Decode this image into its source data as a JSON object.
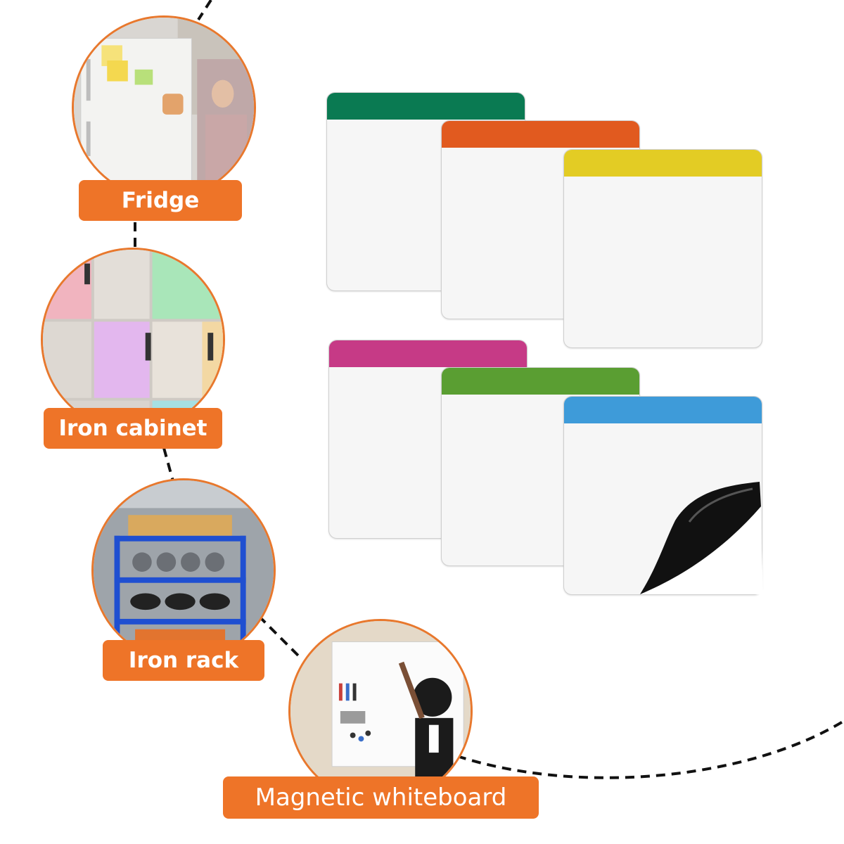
{
  "labels": {
    "fridge": "Fridge",
    "iron_cabinet": "Iron cabinet",
    "iron_rack": "Iron rack",
    "magnetic_whiteboard": "Magnetic whiteboard"
  },
  "colors": {
    "accent": "#ee7428",
    "sheet_green": "#0a7a52",
    "sheet_orange": "#e15a1f",
    "sheet_yellow": "#e3cc24",
    "sheet_magenta": "#c63a86",
    "sheet_lime": "#5a9e32",
    "sheet_blue": "#3e9bd9"
  }
}
